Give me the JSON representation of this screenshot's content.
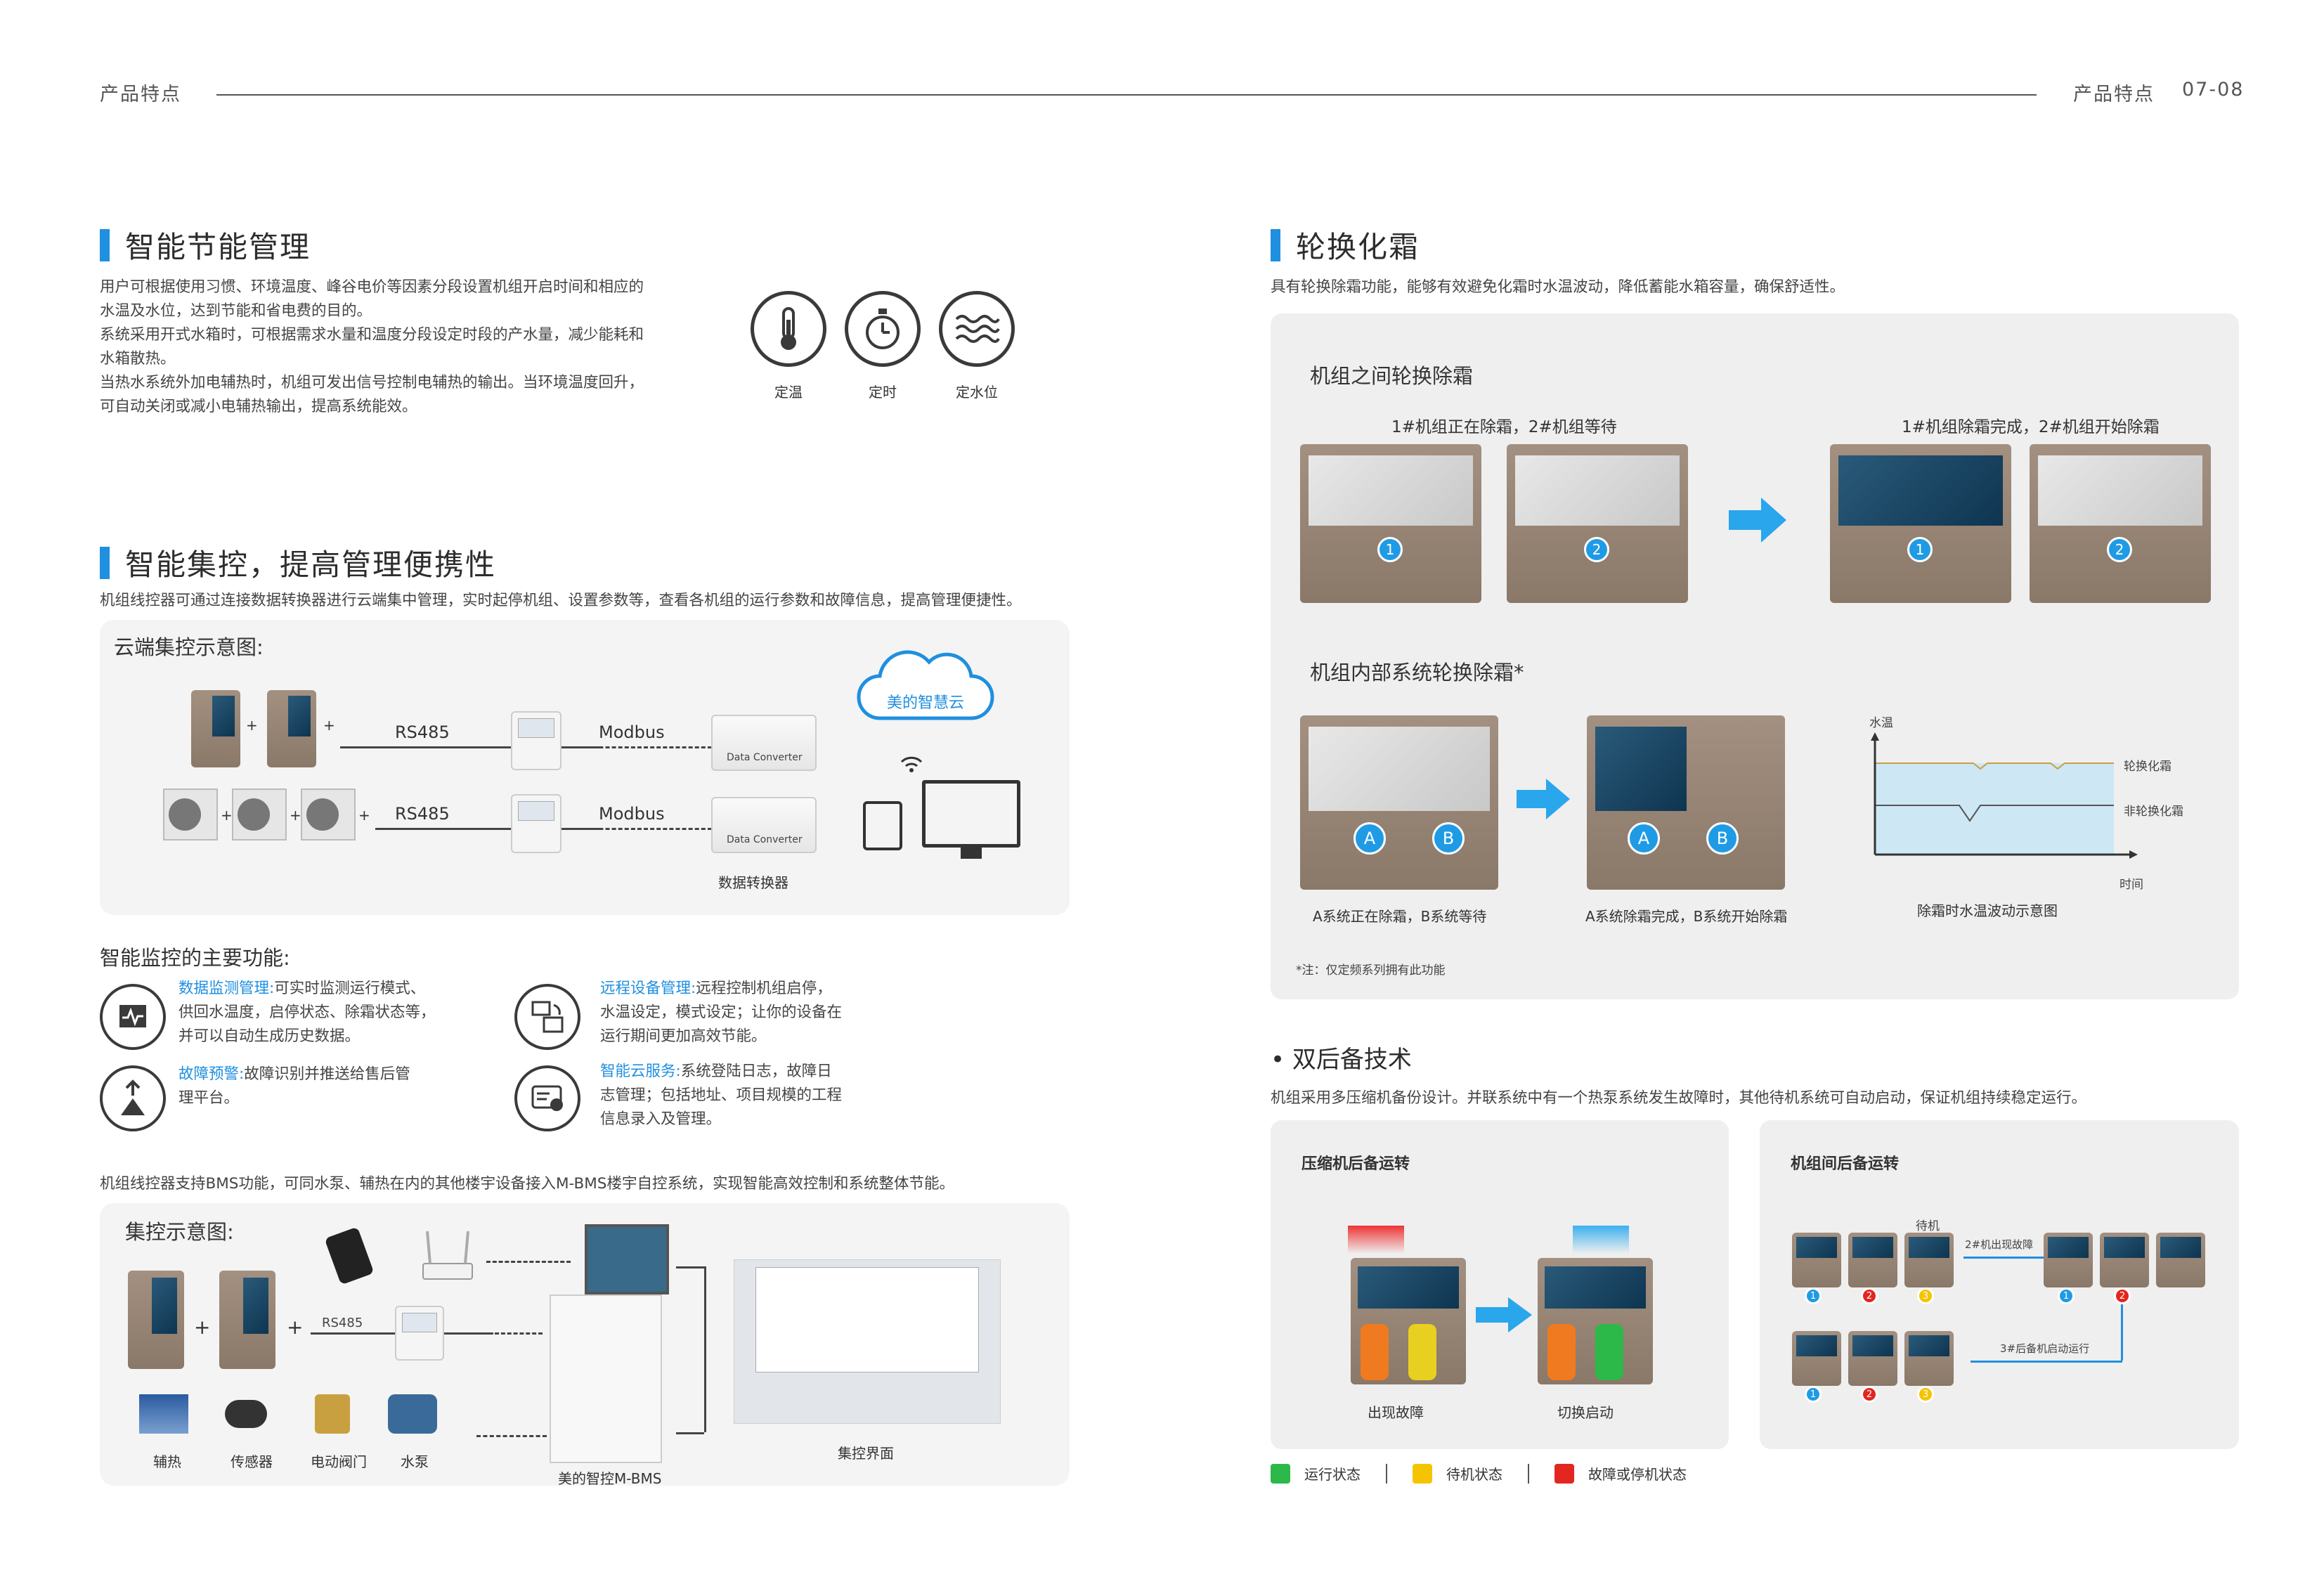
{
  "header": {
    "left": "产品特点",
    "right_label": "产品特点",
    "page_num": "07-08"
  },
  "s1": {
    "title": "智能节能管理",
    "lines": [
      "用户可根据使用习惯、环境温度、峰谷电价等因素分段设置机组开启时间和相应的",
      "水温及水位，达到节能和省电费的目的。",
      "系统采用开式水箱时，可根据需求水量和温度分段设定时段的产水量，减少能耗和",
      "水箱散热。",
      "当热水系统外加电辅热时，机组可发出信号控制电辅热的输出。当环境温度回升，",
      "可自动关闭或减小电辅热输出，提高系统能效。"
    ],
    "icons": [
      {
        "name": "thermometer-icon",
        "label": "定温"
      },
      {
        "name": "timer-icon",
        "label": "定时"
      },
      {
        "name": "water-level-icon",
        "label": "定水位"
      }
    ]
  },
  "s2": {
    "title": "智能集控，提高管理便携性",
    "desc": "机组线控器可通过连接数据转换器进行云端集中管理，实时起停机组、设置参数等，查看各机组的运行参数和故障信息，提高管理便捷性。",
    "panel_title": "云端集控示意图:",
    "rs485": "RS485",
    "modbus": "Modbus",
    "converter_label": "数据转换器",
    "converter_text": "Data Converter",
    "cloud": "美的智慧云",
    "plus": "+"
  },
  "s3": {
    "title": "智能监控的主要功能:",
    "features": [
      {
        "title": "数据监测管理:",
        "text": [
          "可实时监测运行模式、",
          "供回水温度，启停状态、除霜状态等，",
          "并可以自动生成历史数据。"
        ]
      },
      {
        "title": "远程设备管理:",
        "text": [
          "远程控制机组启停，",
          "水温设定，模式设定；让你的设备在",
          "运行期间更加高效节能。"
        ]
      },
      {
        "title": "故障预警:",
        "text": [
          "故障识别并推送给售后管",
          "理平台。"
        ]
      },
      {
        "title": "智能云服务:",
        "text": [
          "系统登陆日志，故障日",
          "志管理；包括地址、项目规模的工程",
          "信息录入及管理。"
        ]
      }
    ]
  },
  "s4": {
    "desc": "机组线控器支持BMS功能，可同水泵、辅热在内的其他楼宇设备接入M-BMS楼宇自控系统，实现智能高效控制和系统整体节能。",
    "panel_title": "集控示意图:",
    "rs485": "RS485",
    "labels": [
      "辅热",
      "传感器",
      "电动阀门",
      "水泵"
    ],
    "bms": "美的智控M-BMS",
    "ui": "集控界面"
  },
  "r1": {
    "title": "轮换化霜",
    "desc": "具有轮换除霜功能，能够有效避免化霜时水温波动，降低蓄能水箱容量，确保舒适性。",
    "sub1": "机组之间轮换除霜",
    "cap1": "1#机组正在除霜，2#机组等待",
    "cap2": "1#机组除霜完成，2#机组开始除霜",
    "sub2": "机组内部系统轮换除霜*",
    "capA": "A系统正在除霜，B系统等待",
    "capB": "A系统除霜完成，B系统开始除霜",
    "chart_y": "水温",
    "chart_x": "时间",
    "line1": "轮换化霜",
    "line2": "非轮换化霜",
    "chart_cap": "除霜时水温波动示意图",
    "note": "*注：仅定频系列拥有此功能",
    "badges": [
      "1",
      "2",
      "A",
      "B"
    ]
  },
  "r2": {
    "title": "• 双后备技术",
    "desc": "机组采用多压缩机备份设计。并联系统中有一个热泵系统发生故障时，其他待机系统可自动启动，保证机组持续稳定运行。",
    "left_title": "压缩机后备运转",
    "left_caps": [
      "出现故障",
      "切换启动"
    ],
    "right_title": "机组间后备运转",
    "standby": "待机",
    "fault_msg": "2#机出现故障",
    "start_msg": "3#后备机启动运行",
    "nums": [
      "1",
      "2",
      "3"
    ]
  },
  "legend": [
    {
      "label": "运行状态",
      "color": "#2db84a"
    },
    {
      "label": "待机状态",
      "color": "#f5c400"
    },
    {
      "label": "故障或停机状态",
      "color": "#e3261f"
    }
  ],
  "colors": {
    "accent": "#1f8fe0",
    "panel": "#f4f4f4"
  }
}
